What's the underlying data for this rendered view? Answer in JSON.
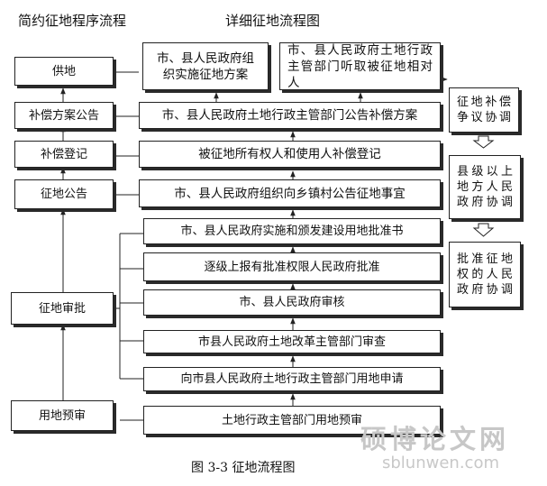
{
  "headers": {
    "simple": "简约征地程序流程",
    "detailed": "详细征地流程图"
  },
  "simple_flow": {
    "supply": "供地",
    "compensation_plan_notice": "补偿方案公告",
    "compensation_registration": "补偿登记",
    "expropriation_notice": "征地公告",
    "expropriation_approval": "征地审批",
    "land_pre_review": "用地预审"
  },
  "detailed_flow": {
    "implement_plan": "市、县人民政府组织实施征地方案",
    "hearing": "市、县人民政府土地行政主管部门听取被征地相对人",
    "announce_compensation": "市、县人民政府土地行政主管部门公告补偿方案",
    "register_compensation": "被征地所有权人和使用人补偿登记",
    "announce_to_towns": "市、县人民政府组织向乡镇村公告征地事宜",
    "issue_permit": "市、县人民政府实施和颁发建设用地批准书",
    "report_up": "逐级上报有批准权限人民政府批准",
    "govt_review": "市、县人民政府审核",
    "reform_review": "市县人民政府土地改革主管部门审查",
    "apply": "向市县人民政府土地行政主管部门用地申请",
    "pre_review": "土地行政主管部门用地预审"
  },
  "dispute_flow": {
    "coordination": "征地补偿争议协调",
    "county_govt": "县级以上地方人民政府协调",
    "approving_govt": "批准征地权的人民政府协调"
  },
  "caption": "图 3-3 征地流程图",
  "watermark": {
    "cn": "硕博论文网",
    "url": "sblunwen.com"
  }
}
